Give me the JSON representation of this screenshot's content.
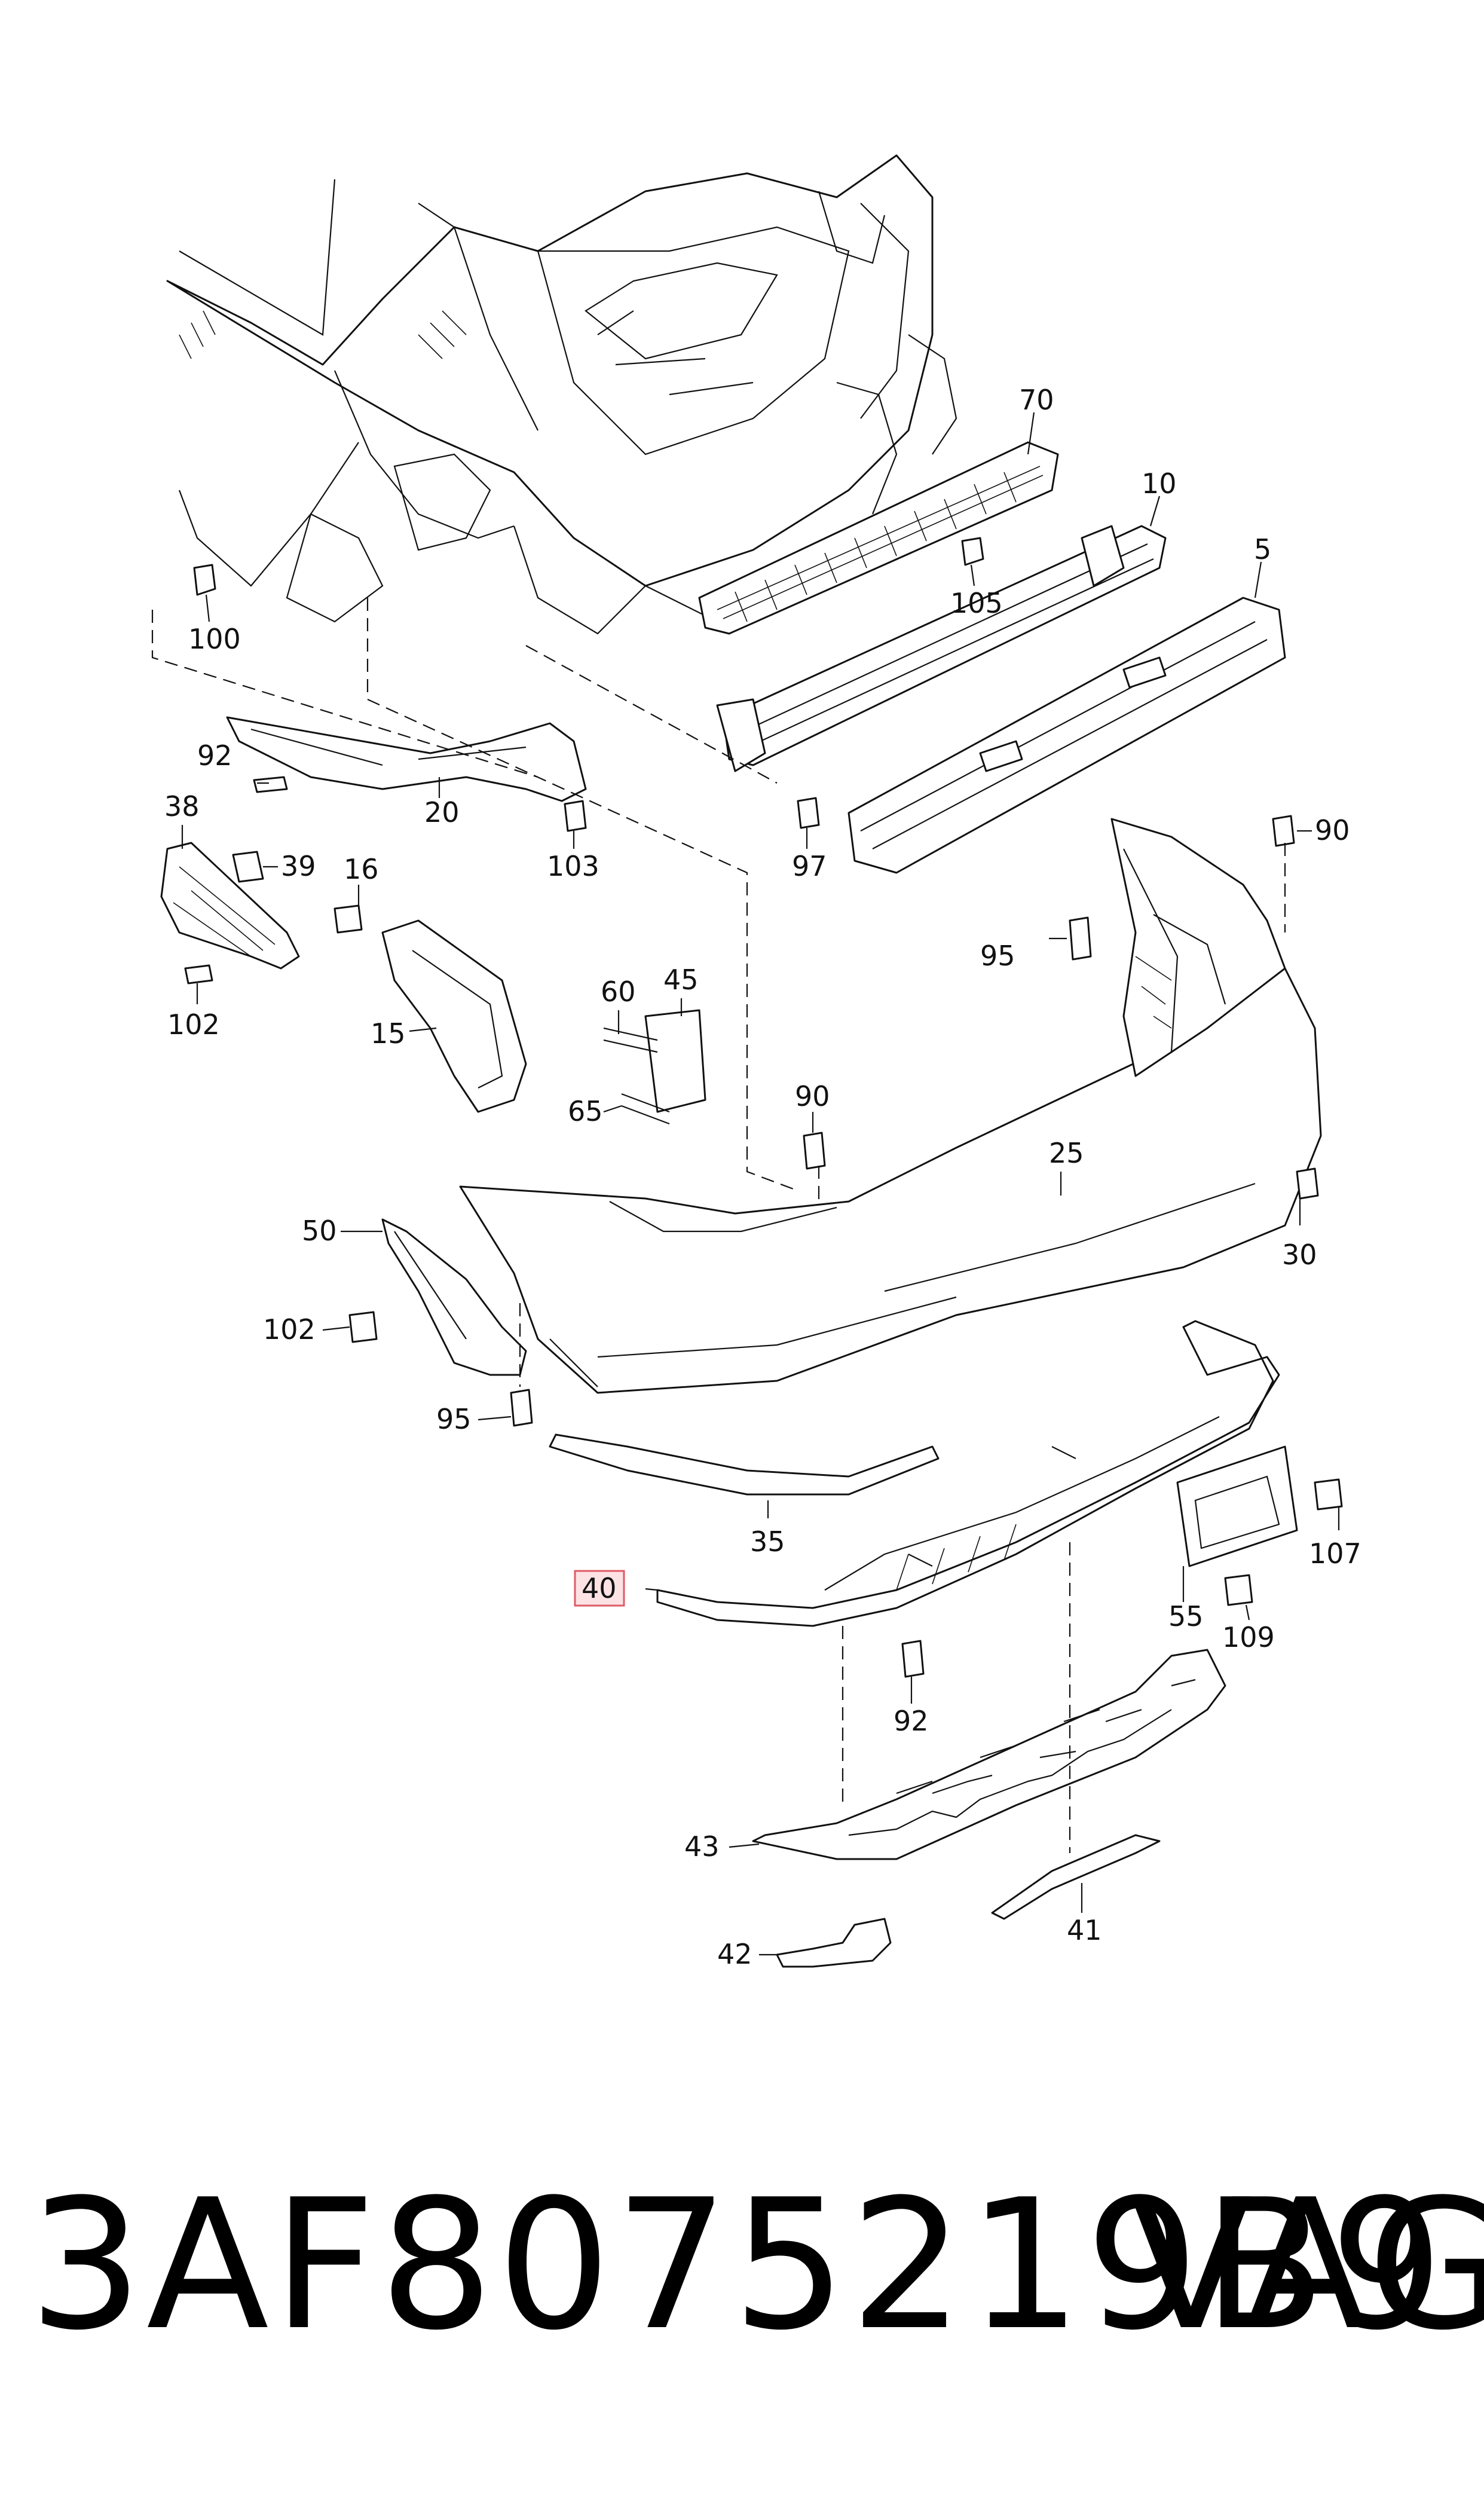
{
  "diagram": {
    "callouts": {
      "c70": "70",
      "c10": "10",
      "c5": "5",
      "c105": "105",
      "c100": "100",
      "c92a": "92",
      "c20": "20",
      "c103": "103",
      "c97": "97",
      "c90a": "90",
      "c38": "38",
      "c39": "39",
      "c16": "16",
      "c95a": "95",
      "c102a": "102",
      "c15": "15",
      "c60": "60",
      "c45": "45",
      "c65": "65",
      "c90b": "90",
      "c25": "25",
      "c30": "30",
      "c50": "50",
      "c102b": "102",
      "c95b": "95",
      "c35": "35",
      "c107": "107",
      "c40": "40",
      "c55": "55",
      "c109": "109",
      "c92b": "92",
      "c43": "43",
      "c41": "41",
      "c42": "42"
    },
    "highlighted_callout": "40",
    "highlight_color": "#e05a67"
  },
  "footer": {
    "part_number": "3AF8075219B9",
    "brand": "VAG"
  }
}
